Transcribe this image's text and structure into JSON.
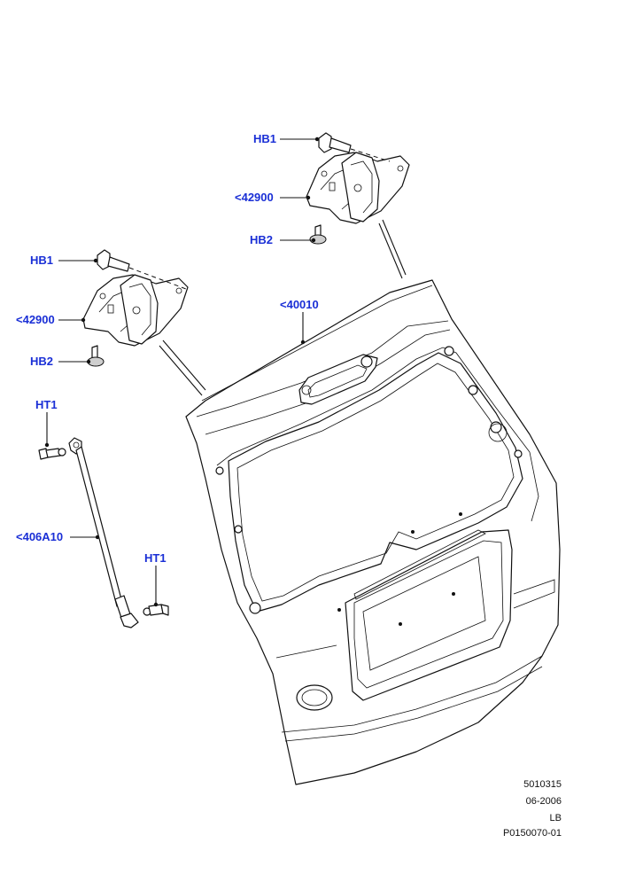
{
  "callouts": {
    "hb1_right": "HB1",
    "bracket_right": "<42900",
    "hb2_right": "HB2",
    "hb1_left": "HB1",
    "bracket_left": "<42900",
    "hb2_left": "HB2",
    "tailgate": "<40010",
    "ht1_top": "HT1",
    "strut": "<406A10",
    "ht1_bottom": "HT1"
  },
  "meta": {
    "code": "5010315",
    "date": "06-2006",
    "market": "LB",
    "ref": "P0150070-01"
  },
  "colors": {
    "callout": "#1a2fd6",
    "line": "#111111"
  }
}
